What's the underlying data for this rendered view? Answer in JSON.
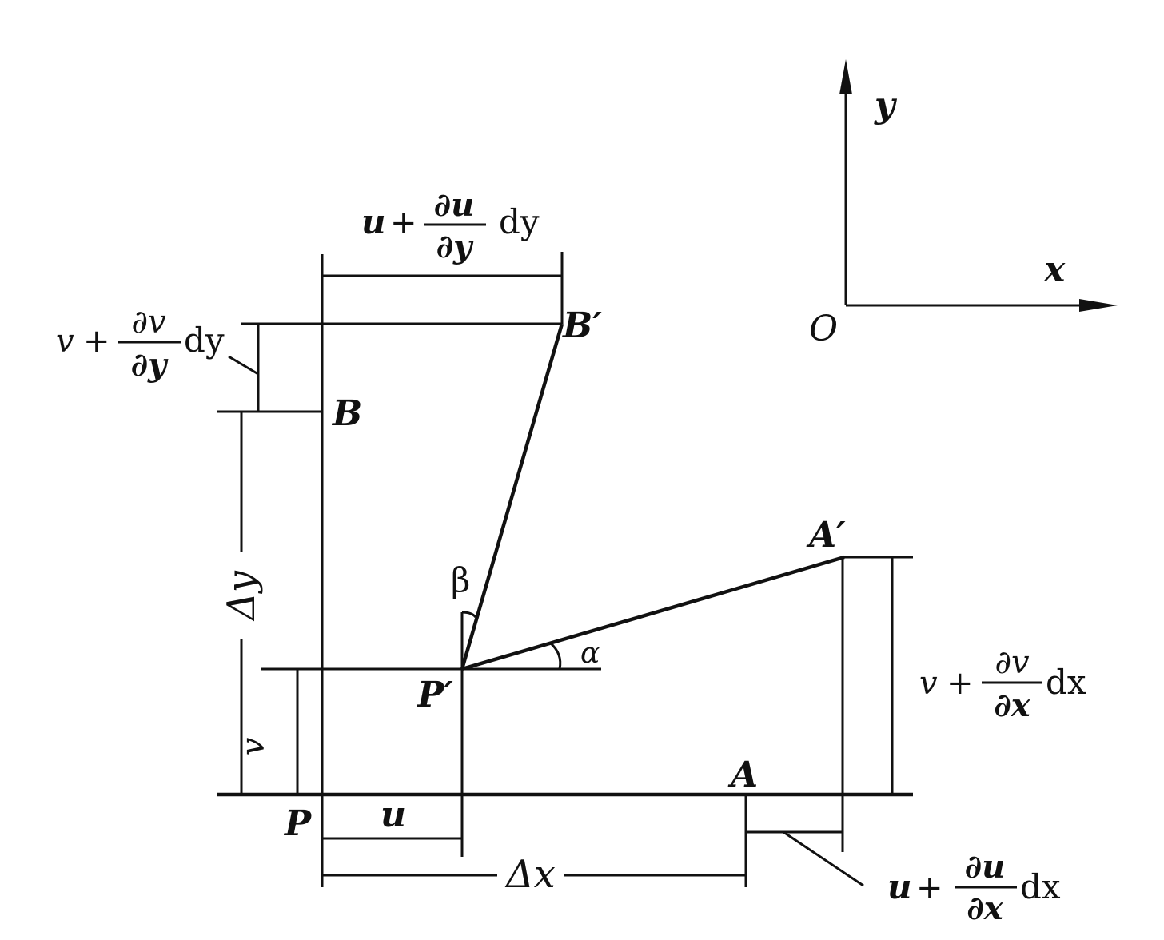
{
  "axes": {
    "y": "y",
    "x": "x",
    "origin": "O"
  },
  "points": {
    "P": "P",
    "P_prime": "P′",
    "A": "A",
    "A_prime": "A′",
    "B": "B",
    "B_prime": "B′"
  },
  "angles": {
    "alpha": "α",
    "beta": "β"
  },
  "dimensions": {
    "u": "u",
    "v": "v",
    "delta_x": "Δx",
    "delta_y": "Δy",
    "plus": "+",
    "dy": "dy",
    "dx": "dx",
    "du": "∂u",
    "dv": "∂v",
    "py": "∂y",
    "px": "∂x"
  }
}
